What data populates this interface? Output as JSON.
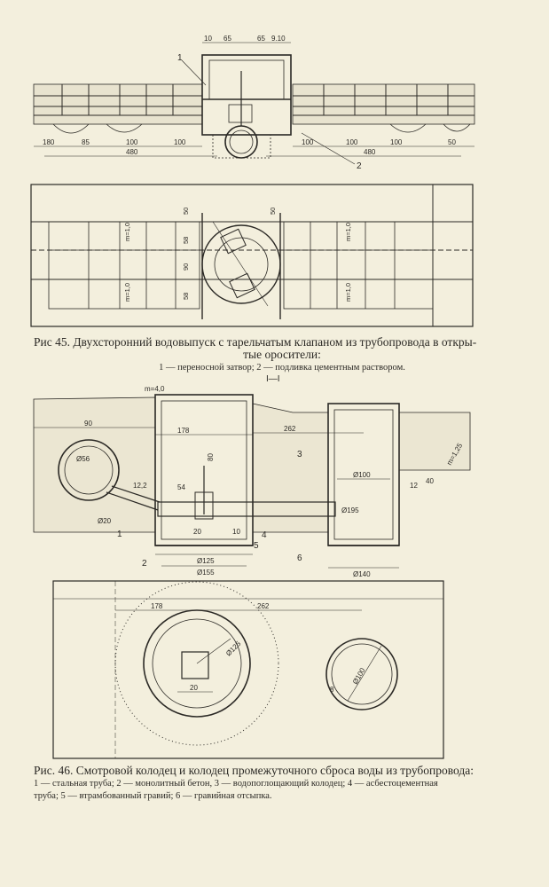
{
  "fig45": {
    "title_line1": "Рис 45. Двухсторонний водовыпуск с тарельчатым клапаном из трубопровода в откры-",
    "title_line2": "тые оросители:",
    "legend": "1 — переносной затвор; 2 — подливка цементным раствором.",
    "dims_top": [
      "10",
      "65",
      "65",
      "9.10"
    ],
    "dims_bottom_left": [
      "180",
      "85",
      "100",
      "100"
    ],
    "dims_bottom_right": [
      "100",
      "100",
      "100",
      "50"
    ],
    "dim_total_left": "480",
    "dim_total_right": "480",
    "callouts": [
      "1",
      "2"
    ],
    "plan_dims": [
      "50",
      "50",
      "58",
      "90",
      "58",
      "m=1,0",
      "m=1,0",
      "m=1,0",
      "m=1,0"
    ]
  },
  "section_label": "I—I",
  "fig46": {
    "title": "Рис. 46. Смотровой колодец и колодец промежуточного сброса воды из трубопровода:",
    "legend_line1": "1 — стальная труба; 2 — монолитный бетон, 3 — водопоглощающий колодец; 4 — асбестоцементная",
    "legend_line2": "труба; 5 — втрамбованный гравий; 6 — гравийная отсыпка.",
    "section_dims": [
      "m=4,0",
      "90",
      "178",
      "262",
      "m=1,25",
      "80",
      "Ø56",
      "Ø20",
      "12,2",
      "54",
      "Ø195",
      "Ø125",
      "Ø155",
      "Ø100",
      "Ø140",
      "12",
      "40",
      "20",
      "10"
    ],
    "callouts": [
      "1",
      "2",
      "3",
      "4",
      "5",
      "6"
    ],
    "plan_dims": [
      "178",
      "262",
      "Ø125",
      "Ø100",
      "20",
      "8"
    ]
  }
}
